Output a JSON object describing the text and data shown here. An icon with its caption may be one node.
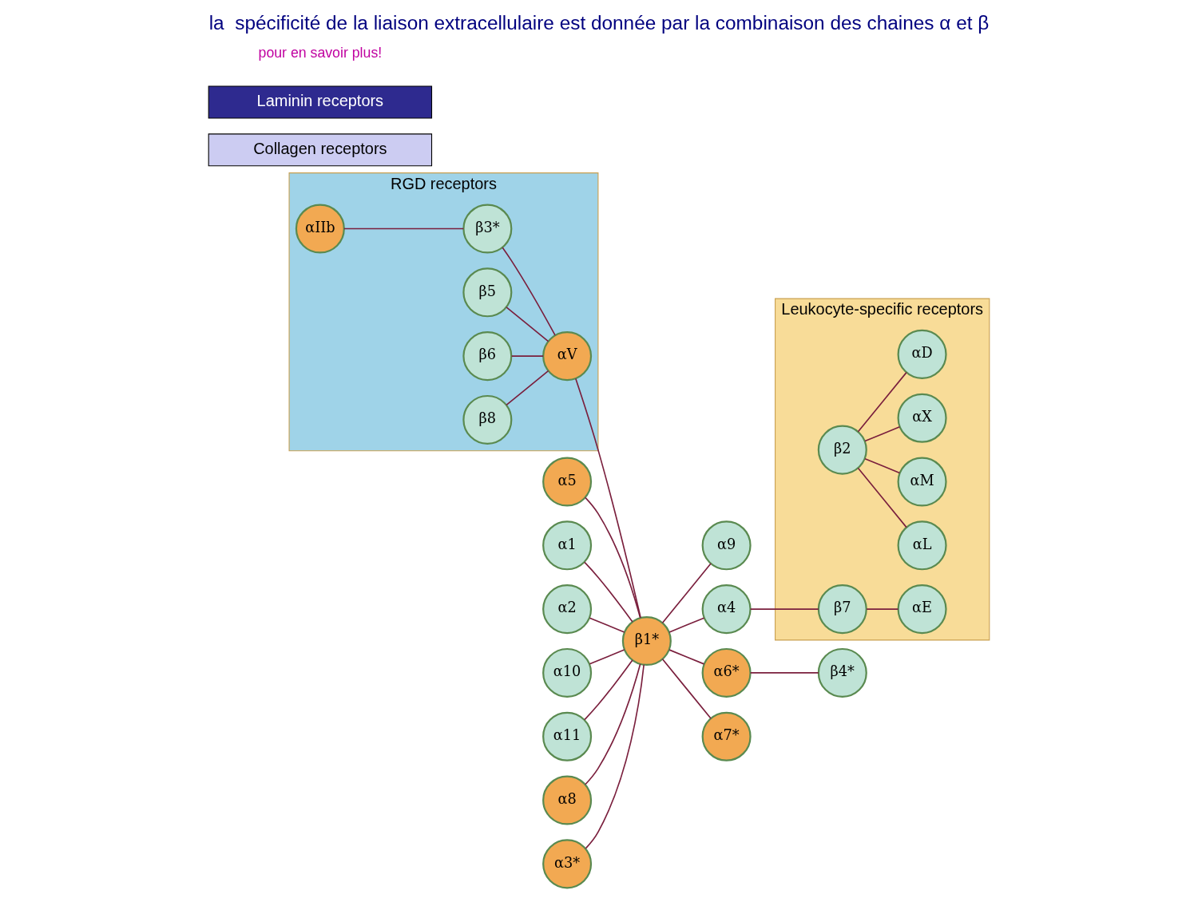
{
  "diagram": {
    "title": "la  spécificité de la liaison extracellulaire est donnée par la combinaison des chaines α et β",
    "nodes": [
      {
        "text": [
          "RGD receptors"
        ]
      },
      {
        "text": [
          "αIIb"
        ],
        "in": 0
      },
      {
        "text": [
          "β3*"
        ],
        "in": 0
      },
      {
        "text": [
          "β5"
        ],
        "in": 0
      },
      {
        "text": [
          "β6"
        ],
        "in": 0
      },
      {
        "text": [
          "αV"
        ],
        "in": 0
      },
      {
        "text": [
          "β8"
        ],
        "in": 0
      },
      {
        "text": [
          "Collagen receptors"
        ]
      },
      {
        "text": [
          "α5"
        ]
      },
      {
        "text": [
          "α1"
        ]
      },
      {
        "text": [
          "α2"
        ]
      },
      {
        "text": [
          "α10"
        ]
      },
      {
        "text": [
          "α11"
        ]
      },
      {
        "text": [
          "β1*"
        ]
      },
      {
        "text": [
          "α9"
        ]
      },
      {
        "text": [
          "α8"
        ]
      },
      {
        "text": [
          "α4"
        ]
      },
      {
        "text": [
          "α3*"
        ]
      },
      {
        "text": [
          "α6*"
        ]
      },
      {
        "text": [
          "α7*"
        ]
      },
      {
        "text": [
          "Leukocyte-specific receptors"
        ]
      },
      {
        "text": [
          "β2"
        ],
        "in": 20
      },
      {
        "text": [
          "αL"
        ],
        "in": 20
      },
      {
        "text": [
          "αM"
        ],
        "in": 20
      },
      {
        "text": [
          "αX"
        ],
        "in": 20
      },
      {
        "text": [
          "αD"
        ],
        "in": 20
      },
      {
        "text": [
          "β7"
        ],
        "in": 20
      },
      {
        "text": [
          "αE"
        ],
        "in": 20
      },
      {
        "text": [
          "Laminin receptors"
        ]
      },
      {
        "text": [
          "β4*"
        ]
      }
    ],
    "edges": [
      {
        "from": 1,
        "to": 2,
        "arrow": "none"
      },
      {
        "from": 2,
        "to": 5,
        "arrow": "none"
      },
      {
        "from": 3,
        "to": 5,
        "arrow": "none"
      },
      {
        "from": 4,
        "to": 5,
        "arrow": "none"
      },
      {
        "from": 6,
        "to": 5,
        "arrow": "none"
      },
      {
        "from": 5,
        "to": 13,
        "arrow": "none"
      },
      {
        "from": 8,
        "to": 13,
        "arrow": "none"
      },
      {
        "from": 9,
        "to": 13,
        "arrow": "none"
      },
      {
        "from": 10,
        "to": 13,
        "arrow": "none"
      },
      {
        "from": 11,
        "to": 13,
        "arrow": "none"
      },
      {
        "from": 12,
        "to": 13,
        "arrow": "none"
      },
      {
        "from": 13,
        "to": 14,
        "arrow": "none"
      },
      {
        "from": 15,
        "to": 13,
        "arrow": "none"
      },
      {
        "from": 13,
        "to": 16,
        "arrow": "none"
      },
      {
        "from": 17,
        "to": 13,
        "arrow": "none"
      },
      {
        "from": 13,
        "to": 18,
        "arrow": "none"
      },
      {
        "from": 13,
        "to": 19,
        "arrow": "none"
      },
      {
        "from": 18,
        "to": 29,
        "arrow": "none"
      },
      {
        "from": 16,
        "to": 26,
        "arrow": "none"
      },
      {
        "from": 26,
        "to": 27,
        "arrow": "none"
      },
      {
        "from": 21,
        "to": 22,
        "arrow": "none"
      },
      {
        "from": 21,
        "to": 23,
        "arrow": "none"
      },
      {
        "from": 21,
        "to": 24,
        "arrow": "none"
      },
      {
        "from": 21,
        "to": 25,
        "arrow": "none"
      }
    ],
    "labels": [
      "pour en savoir plus!"
    ]
  }
}
